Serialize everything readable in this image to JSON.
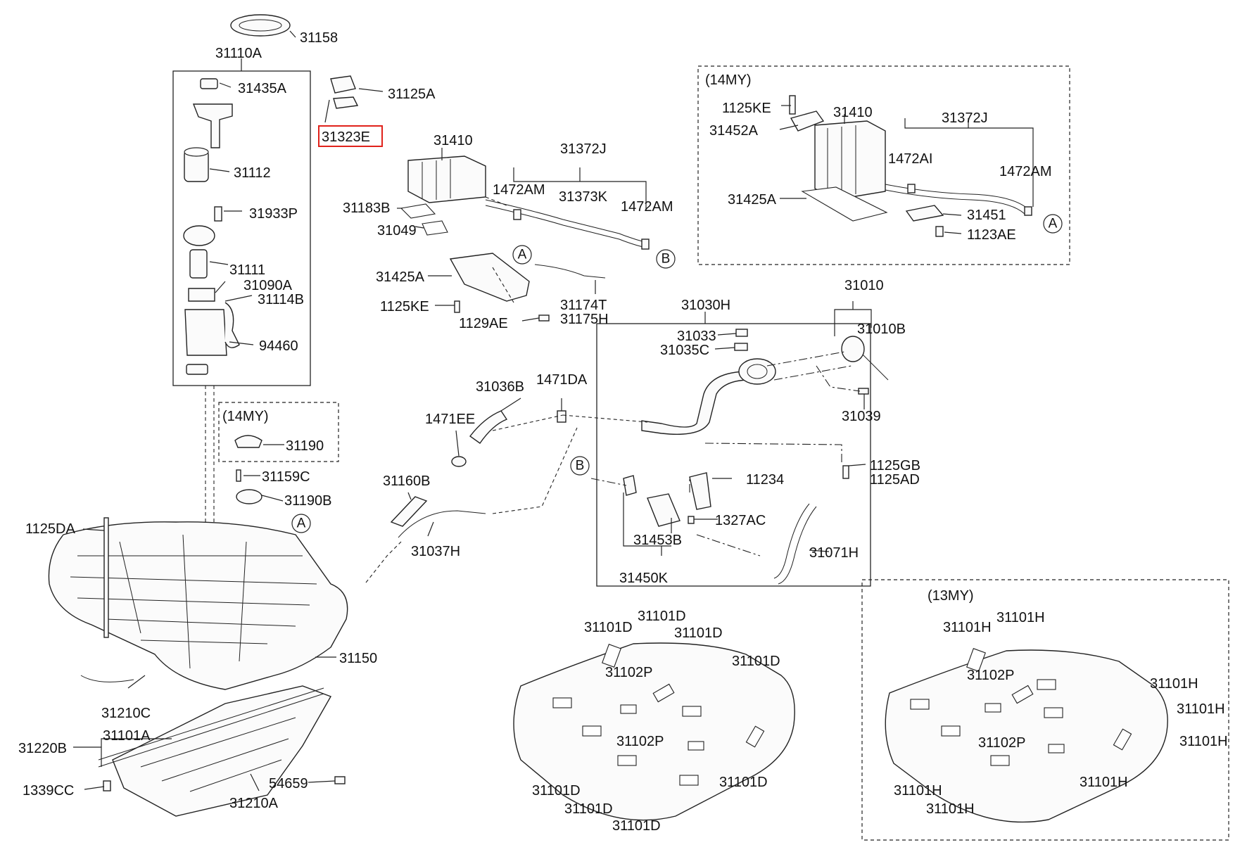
{
  "highlight_label": "31323E",
  "groups": {
    "evap_14my": "(14MY)",
    "cover_14my": "(14MY)",
    "pads_13my": "(13MY)"
  },
  "callouts": {
    "a": "A",
    "b": "B"
  },
  "labels": {
    "p31158": "31158",
    "p31110A": "31110A",
    "p31435A": "31435A",
    "p31125A": "31125A",
    "p31112": "31112",
    "p31933P": "31933P",
    "p31111": "31111",
    "p31090A": "31090A",
    "p31114B": "31114B",
    "p94460": "94460",
    "p31410_main": "31410",
    "p31372J_main": "31372J",
    "p1472AM_a": "1472AM",
    "p31373K": "31373K",
    "p1472AM_b": "1472AM",
    "p31183B": "31183B",
    "p31049": "31049",
    "p31425A_main": "31425A",
    "p1125KE_main": "1125KE",
    "p1129AE": "1129AE",
    "p31174T": "31174T",
    "p31175H": "31175H",
    "p1125KE_14": "1125KE",
    "p31452A": "31452A",
    "p31410_14": "31410",
    "p31372J_14": "31372J",
    "p1472AI": "1472AI",
    "p1472AM_14": "1472AM",
    "p31425A_14": "31425A",
    "p31451": "31451",
    "p1123AE": "1123AE",
    "p31030H": "31030H",
    "p31033": "31033",
    "p31035C": "31035C",
    "p31010": "31010",
    "p31010B": "31010B",
    "p31039": "31039",
    "p1125GB": "1125GB",
    "p1125AD": "1125AD",
    "p11234": "11234",
    "p1327AC": "1327AC",
    "p31453B": "31453B",
    "p31071H": "31071H",
    "p31450K": "31450K",
    "p31036B": "31036B",
    "p1471DA": "1471DA",
    "p1471EE": "1471EE",
    "p31190": "31190",
    "p31159C": "31159C",
    "p31190B": "31190B",
    "p31160B": "31160B",
    "p31037H": "31037H",
    "p1125DA": "1125DA",
    "p31150": "31150",
    "p31210C": "31210C",
    "p31220B": "31220B",
    "p31101A": "31101A",
    "p1339CC": "1339CC",
    "p54659": "54659",
    "p31210A": "31210A",
    "d1": "31101D",
    "d2": "31101D",
    "d3": "31101D",
    "d4": "31101D",
    "d5": "31101D",
    "d6": "31101D",
    "d7": "31101D",
    "d8": "31101D",
    "d102p_a": "31102P",
    "d102p_b": "31102P",
    "h1": "31101H",
    "h2": "31101H",
    "h3": "31101H",
    "h4": "31101H",
    "h5": "31101H",
    "h6": "31101H",
    "h7": "31101H",
    "h8": "31101H",
    "h102p_a": "31102P",
    "h102p_b": "31102P"
  }
}
